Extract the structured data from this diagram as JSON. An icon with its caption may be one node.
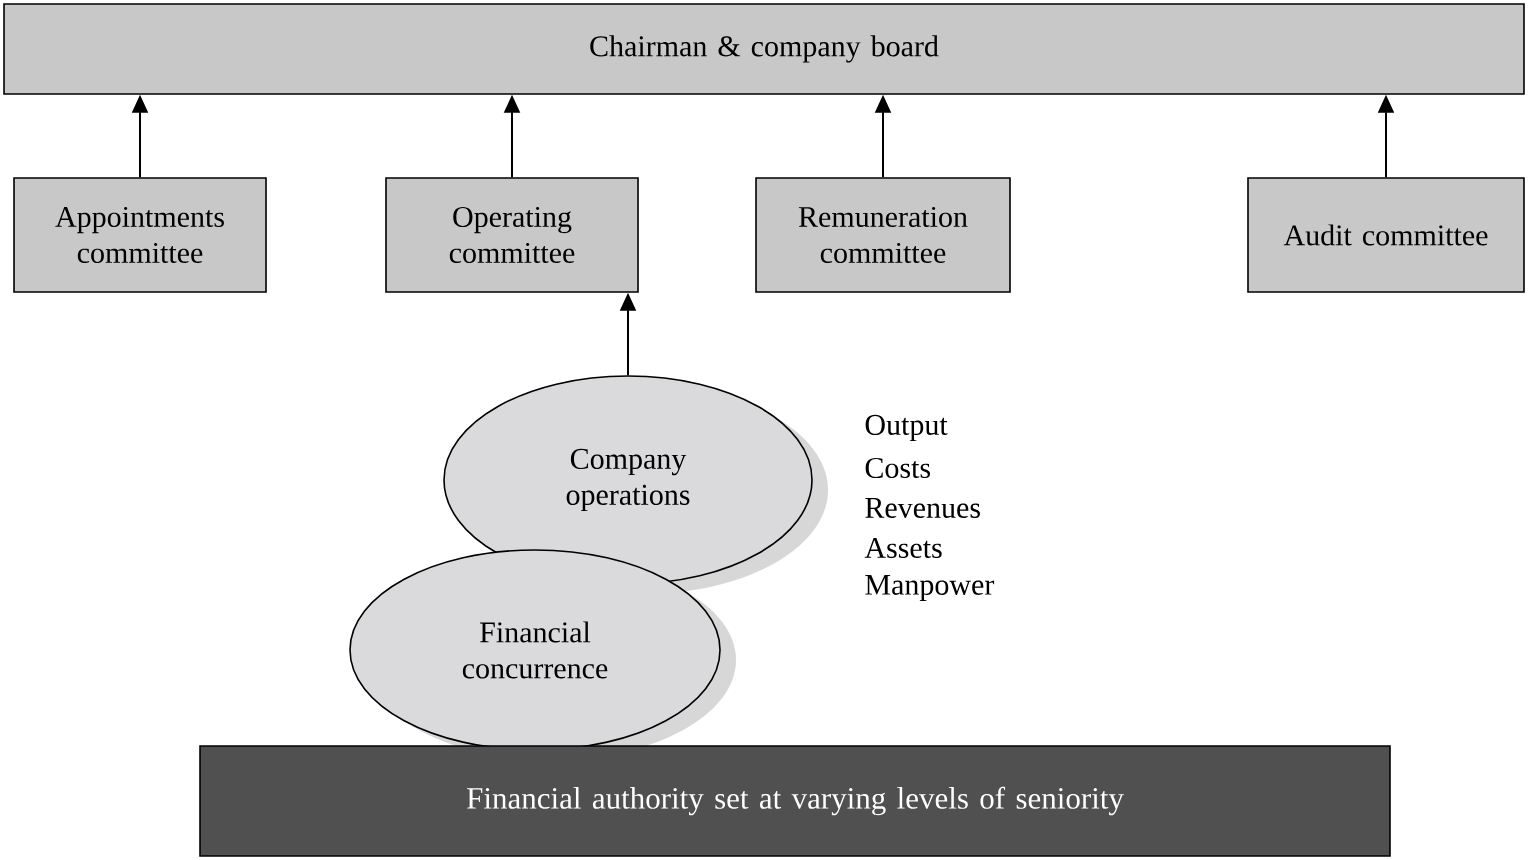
{
  "diagram": {
    "nodes": [
      {
        "text": [
          "Chairman & company board"
        ]
      },
      {
        "text": [
          "Appointments committee"
        ]
      },
      {
        "text": [
          "Operating committee"
        ]
      },
      {
        "text": [
          "Remuneration committee"
        ]
      },
      {
        "text": [
          "Audit committee"
        ]
      },
      {
        "text": [
          "Company operations"
        ]
      },
      {
        "text": [
          "Financial concurrence"
        ]
      },
      {
        "text": [
          "Financial authority set at varying levels of seniority"
        ]
      }
    ],
    "edges": [
      {
        "from": 1,
        "to": 0,
        "arrow": "to"
      },
      {
        "from": 2,
        "to": 0,
        "arrow": "to"
      },
      {
        "from": 3,
        "to": 0,
        "arrow": "to"
      },
      {
        "from": 4,
        "to": 0,
        "arrow": "to"
      },
      {
        "from": 5,
        "to": 2,
        "arrow": "to"
      }
    ],
    "labels": [
      "Output",
      "Costs",
      "Revenues",
      "Assets",
      "Manpower"
    ]
  }
}
